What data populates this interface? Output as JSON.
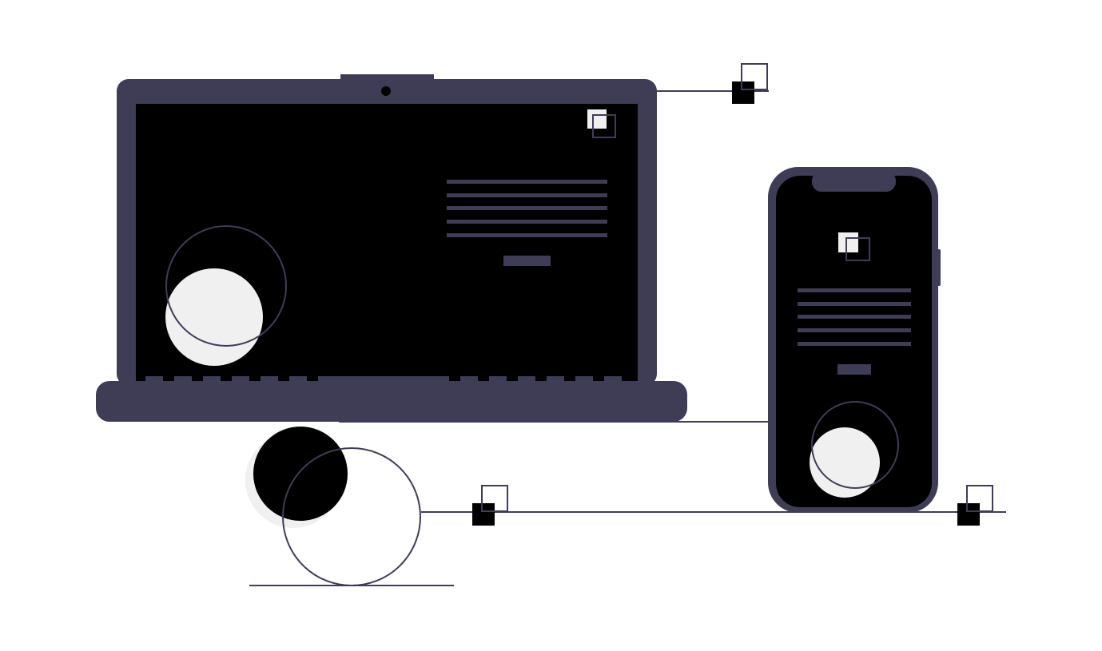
{
  "illustration": {
    "subject": "responsive-devices",
    "devices": [
      "laptop",
      "smartphone"
    ],
    "colors": {
      "device_body": "#3f3d56",
      "screen": "#000000",
      "light_fill": "#f0f0f0",
      "background": "#ffffff"
    },
    "laptop_screen": {
      "text_lines": 5,
      "buttons": 1
    },
    "phone_screen": {
      "text_lines": 5,
      "buttons": 1
    }
  }
}
